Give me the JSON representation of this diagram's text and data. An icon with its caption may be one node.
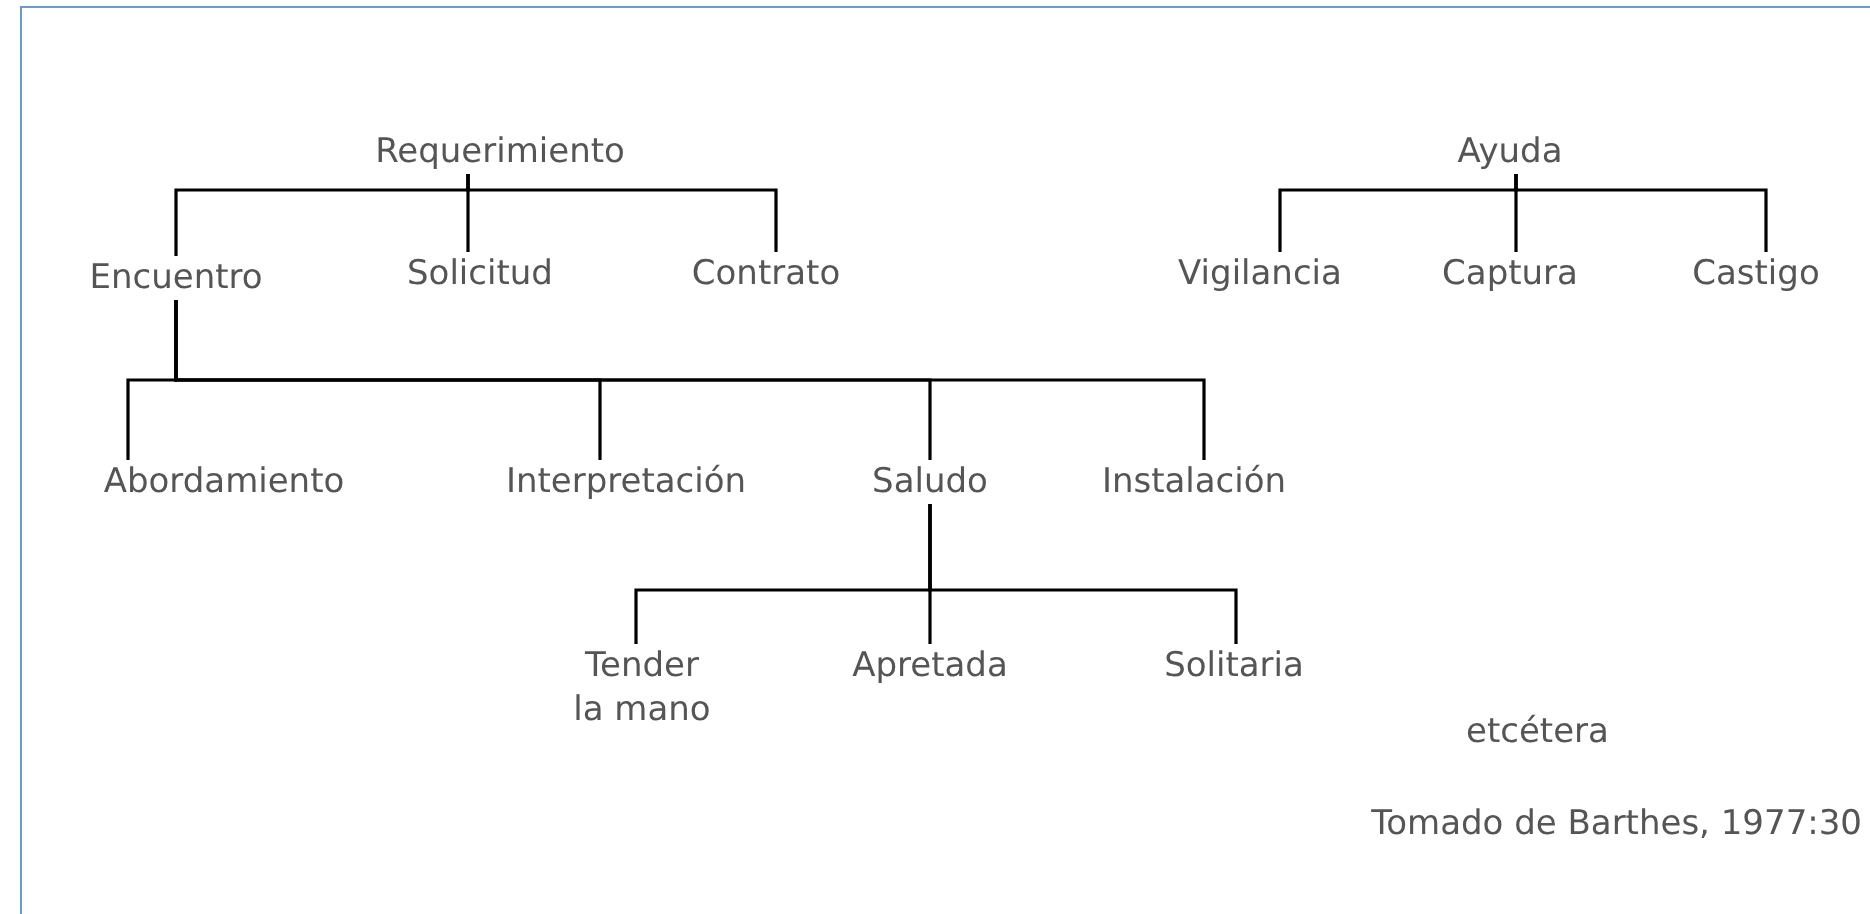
{
  "diagram": {
    "caption": "Tomado de Barthes, 1977:30",
    "nodes": [
      {
        "text": [
          "Requerimiento"
        ]
      },
      {
        "text": [
          "Encuentro"
        ]
      },
      {
        "text": [
          "Solicitud"
        ]
      },
      {
        "text": [
          "Contrato"
        ]
      },
      {
        "text": [
          "Ayuda"
        ]
      },
      {
        "text": [
          "Vigilancia"
        ]
      },
      {
        "text": [
          "Captura"
        ]
      },
      {
        "text": [
          "Castigo"
        ]
      },
      {
        "text": [
          "Abordamiento"
        ]
      },
      {
        "text": [
          "Interpretación"
        ]
      },
      {
        "text": [
          "Saludo"
        ]
      },
      {
        "text": [
          "Instalación"
        ]
      },
      {
        "text": [
          "Tender la mano"
        ]
      },
      {
        "text": [
          "Apretada"
        ]
      },
      {
        "text": [
          "Solitaria"
        ]
      }
    ],
    "edges": [
      {
        "from": 0,
        "to": 1,
        "arrow": "none"
      },
      {
        "from": 0,
        "to": 2,
        "arrow": "none"
      },
      {
        "from": 0,
        "to": 3,
        "arrow": "none"
      },
      {
        "from": 4,
        "to": 5,
        "arrow": "none"
      },
      {
        "from": 4,
        "to": 6,
        "arrow": "none"
      },
      {
        "from": 4,
        "to": 7,
        "arrow": "none"
      },
      {
        "from": 1,
        "to": 8,
        "arrow": "none"
      },
      {
        "from": 1,
        "to": 9,
        "arrow": "none"
      },
      {
        "from": 1,
        "to": 10,
        "arrow": "none"
      },
      {
        "from": 1,
        "to": 11,
        "arrow": "none"
      },
      {
        "from": 10,
        "to": 12,
        "arrow": "none"
      },
      {
        "from": 10,
        "to": 13,
        "arrow": "none"
      },
      {
        "from": 10,
        "to": 14,
        "arrow": "none"
      }
    ],
    "labels": [
      "etcétera"
    ]
  }
}
